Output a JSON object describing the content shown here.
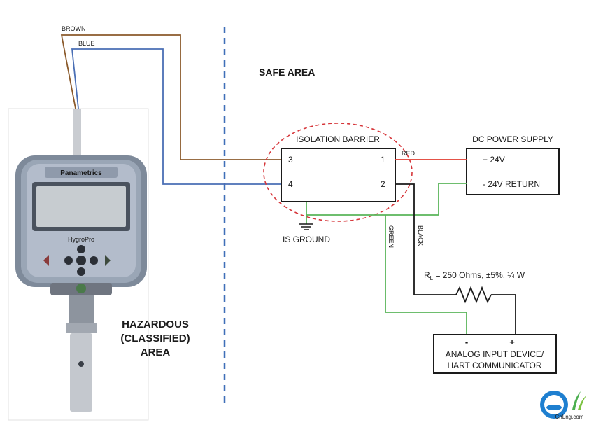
{
  "wires": {
    "brown": "BROWN",
    "blue": "BLUE",
    "red": "RED",
    "green": "GREEN",
    "black": "BLACK"
  },
  "areas": {
    "safe": "SAFE AREA",
    "hazardous": [
      "HAZARDOUS",
      "(CLASSIFIED)",
      "AREA"
    ]
  },
  "barrier": {
    "title": "ISOLATION BARRIER",
    "terminals": [
      "3",
      "4",
      "1",
      "2"
    ],
    "ground": "IS GROUND"
  },
  "power_supply": {
    "title": "DC POWER SUPPLY",
    "plus": "+ 24V",
    "minus": "- 24V RETURN"
  },
  "resistor": {
    "label_prefix": "R",
    "label_sub": "L",
    "label_rest": " = 250 Ohms, ±5%, ¼ W"
  },
  "analog_device": {
    "minus": "-",
    "plus": "+",
    "line1": "ANALOG INPUT DEVICE/",
    "line2": "HART COMMUNICATOR"
  },
  "instrument": {
    "brand": "Panametrics",
    "model": "HygroPro"
  },
  "logo": {
    "text": "CnLng.com"
  },
  "colors": {
    "brown": "#8b5a2b",
    "blue": "#4a6fb5",
    "red": "#e03a2e",
    "green": "#5ab55a",
    "black": "#1a1a1a",
    "divider": "#3f6fb8",
    "ellipse": "#d6363a"
  }
}
